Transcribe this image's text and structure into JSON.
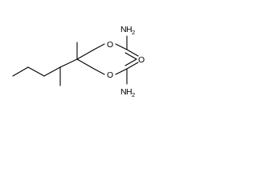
{
  "molecule": {
    "atoms": [
      {
        "id": "top_amine",
        "symbol": "N",
        "hydrogens": "H",
        "count": "2"
      },
      {
        "id": "top_carbonyl_oxygen",
        "symbol": "O"
      },
      {
        "id": "top_ester_oxygen",
        "symbol": "O"
      },
      {
        "id": "bottom_ester_oxygen",
        "symbol": "O"
      },
      {
        "id": "bottom_carbonyl_oxygen",
        "symbol": "O"
      },
      {
        "id": "bottom_amine",
        "symbol": "N",
        "hydrogens": "H",
        "count": "2"
      }
    ],
    "colors": {
      "bond": "#000000",
      "label": "#000000",
      "background": "#ffffff"
    }
  }
}
